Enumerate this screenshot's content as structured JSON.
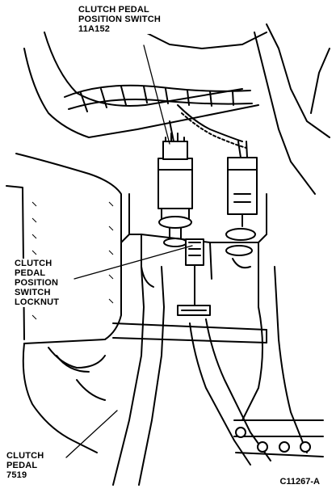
{
  "labels": {
    "switch": {
      "line1": "CLUTCH PEDAL",
      "line2": "POSITION SWITCH",
      "line3": "11A152"
    },
    "locknut": {
      "line1": "CLUTCH",
      "line2": "PEDAL",
      "line3": "POSITION",
      "line4": "SWITCH",
      "line5": "LOCKNUT"
    },
    "pedal": {
      "line1": "CLUTCH",
      "line2": "PEDAL",
      "line3": "7519"
    }
  },
  "figure_id": "C11267-A",
  "colors": {
    "ink": "#000000",
    "paper": "#ffffff"
  }
}
